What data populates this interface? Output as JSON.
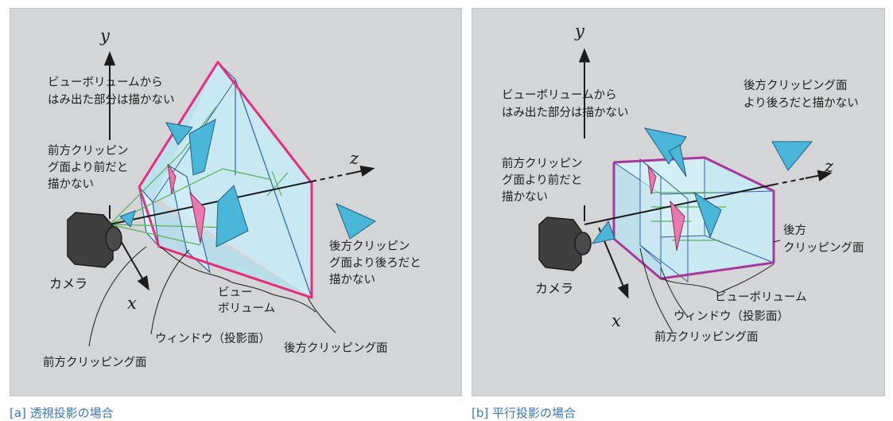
{
  "colors": {
    "panel_bg": "#d4d5d6",
    "volume_fill": "#c9e9f2",
    "volume_edge": "#2e63a0",
    "clip_edge_a": "#e62e7a",
    "clip_edge_b": "#a8389c",
    "object_cyan": "#4ab6d8",
    "object_pink": "#e97aae",
    "ray_green": "#59b15a",
    "caption": "#3a78b8",
    "camera": "#3f3f3f"
  },
  "icons": {
    "camera": "camera-icon"
  },
  "panels": [
    {
      "caption": "[a] 透視投影の場合",
      "axes": {
        "x": "x",
        "y": "y",
        "z": "z"
      },
      "labels": {
        "outside_volume": [
          "ビューボリュームから",
          "はみ出た部分は描かない"
        ],
        "front_clip_note": [
          "前方クリッピン",
          "グ面より前だと",
          "描かない"
        ],
        "back_clip_note": [
          "後方クリッピン",
          "グ面より後ろだと",
          "描かない"
        ],
        "camera": "カメラ",
        "view_volume": [
          "ビュー",
          "ボリューム"
        ],
        "window": "ウィンドウ（投影面）",
        "back_plane": "後方クリッピング面",
        "front_plane": "前方クリッピング面"
      }
    },
    {
      "caption": "[b] 平行投影の場合",
      "axes": {
        "x": "x",
        "y": "y",
        "z": "z"
      },
      "labels": {
        "outside_volume": [
          "ビューボリュームから",
          "はみ出た部分は描かない"
        ],
        "back_clip_note": [
          "後方クリッピング面",
          "より後ろだと描かない"
        ],
        "front_clip_note": [
          "前方クリッピン",
          "グ面より前だと",
          "描かない"
        ],
        "back_plane": [
          "後方",
          "クリッピング面"
        ],
        "camera": "カメラ",
        "view_volume": "ビューボリューム",
        "window": "ウィンドウ（投影面）",
        "front_plane": "前方クリッピング面"
      }
    }
  ]
}
